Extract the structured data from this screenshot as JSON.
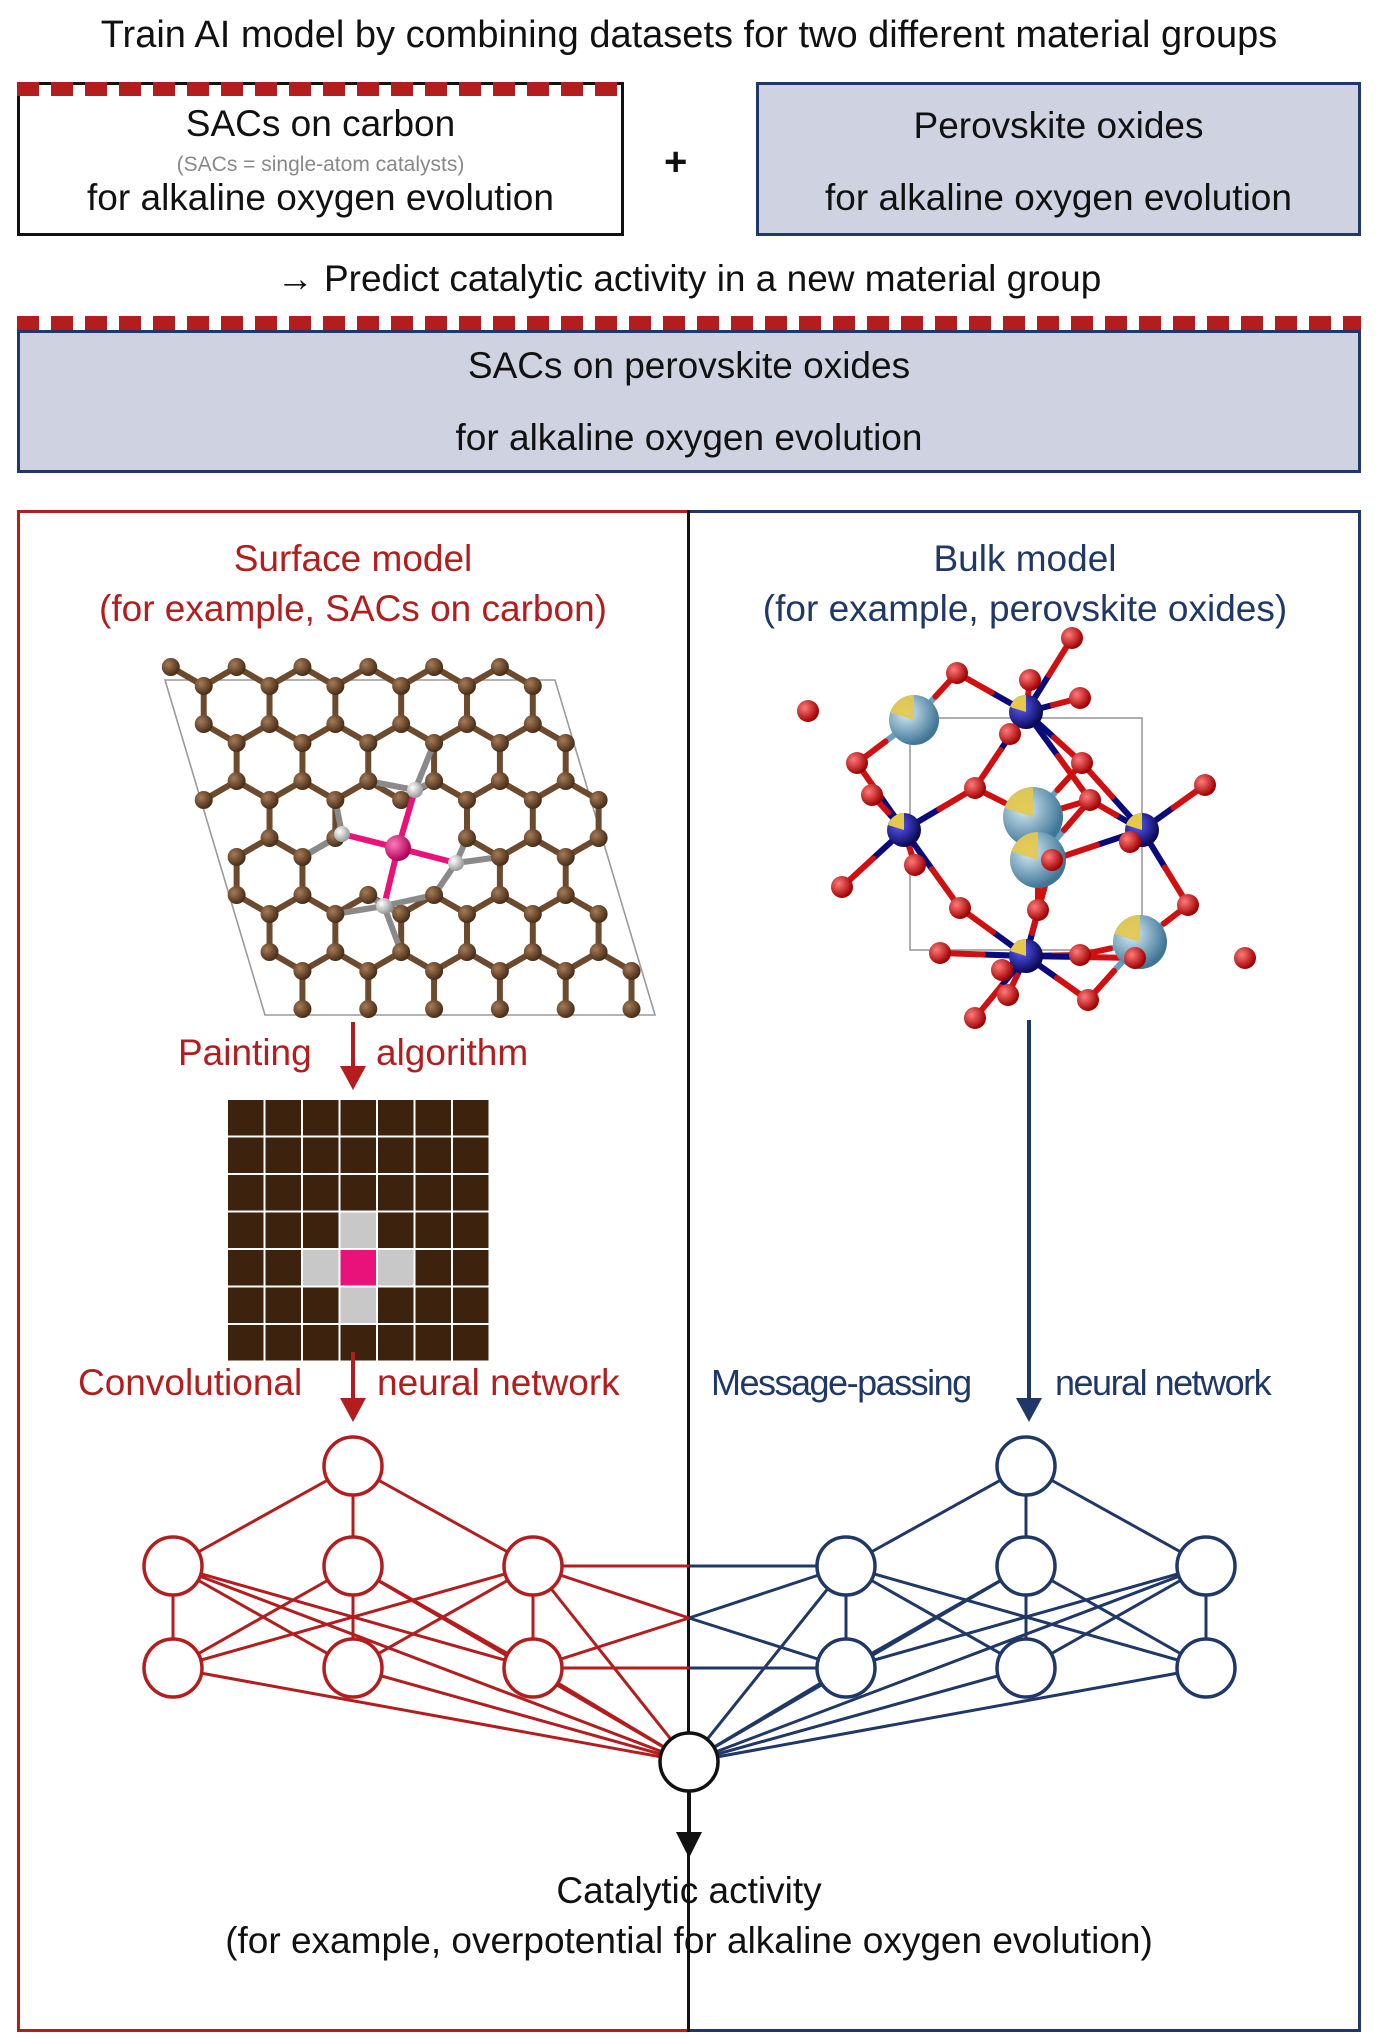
{
  "header": {
    "title": "Train AI model by combining datasets for two different material groups",
    "plus": "+",
    "predict": "→ Predict catalytic activity in a new material group"
  },
  "datasets": {
    "sac_carbon": {
      "title": "SACs on carbon",
      "note": "(SACs = single-atom catalysts)",
      "reaction": "for alkaline oxygen evolution"
    },
    "perovskite": {
      "title": "Perovskite oxides",
      "reaction": "for alkaline oxygen evolution"
    },
    "target": {
      "title": "SACs on perovskite oxides",
      "reaction": "for alkaline oxygen evolution"
    }
  },
  "surface_model": {
    "title": "Surface model",
    "example": "(for example, SACs on carbon)",
    "step1_left": "Painting",
    "step1_right": "algorithm",
    "step2_left": "Convolutional",
    "step2_right": "neural network"
  },
  "bulk_model": {
    "title": "Bulk model",
    "example": "(for example, perovskite oxides)",
    "step_left": "Message-passing",
    "step_right": "neural network"
  },
  "output": {
    "title": "Catalytic activity",
    "example": "(for example, overpotential for alkaline oxygen evolution)"
  },
  "colors": {
    "surface_accent": "#b41d1d",
    "bulk_accent": "#1f3868",
    "highlight_box": "#cfd3e1",
    "carbon_atom": "#5a3a22",
    "nitrogen_atom": "#c8c8c8",
    "metal_atom": "#e8127a",
    "oxygen_atom": "#e0161a",
    "b_site_atom": "#1a1a8c",
    "a_site_atom": "#6a9fc0"
  },
  "painted_grid": {
    "rows": 7,
    "cols": 7,
    "cells": [
      [
        0,
        0,
        0,
        0,
        0,
        0,
        0
      ],
      [
        0,
        0,
        0,
        0,
        0,
        0,
        0
      ],
      [
        0,
        0,
        0,
        0,
        0,
        0,
        0
      ],
      [
        0,
        0,
        0,
        1,
        0,
        0,
        0
      ],
      [
        0,
        0,
        1,
        2,
        1,
        0,
        0
      ],
      [
        0,
        0,
        0,
        1,
        0,
        0,
        0
      ],
      [
        0,
        0,
        0,
        0,
        0,
        0,
        0
      ]
    ]
  }
}
